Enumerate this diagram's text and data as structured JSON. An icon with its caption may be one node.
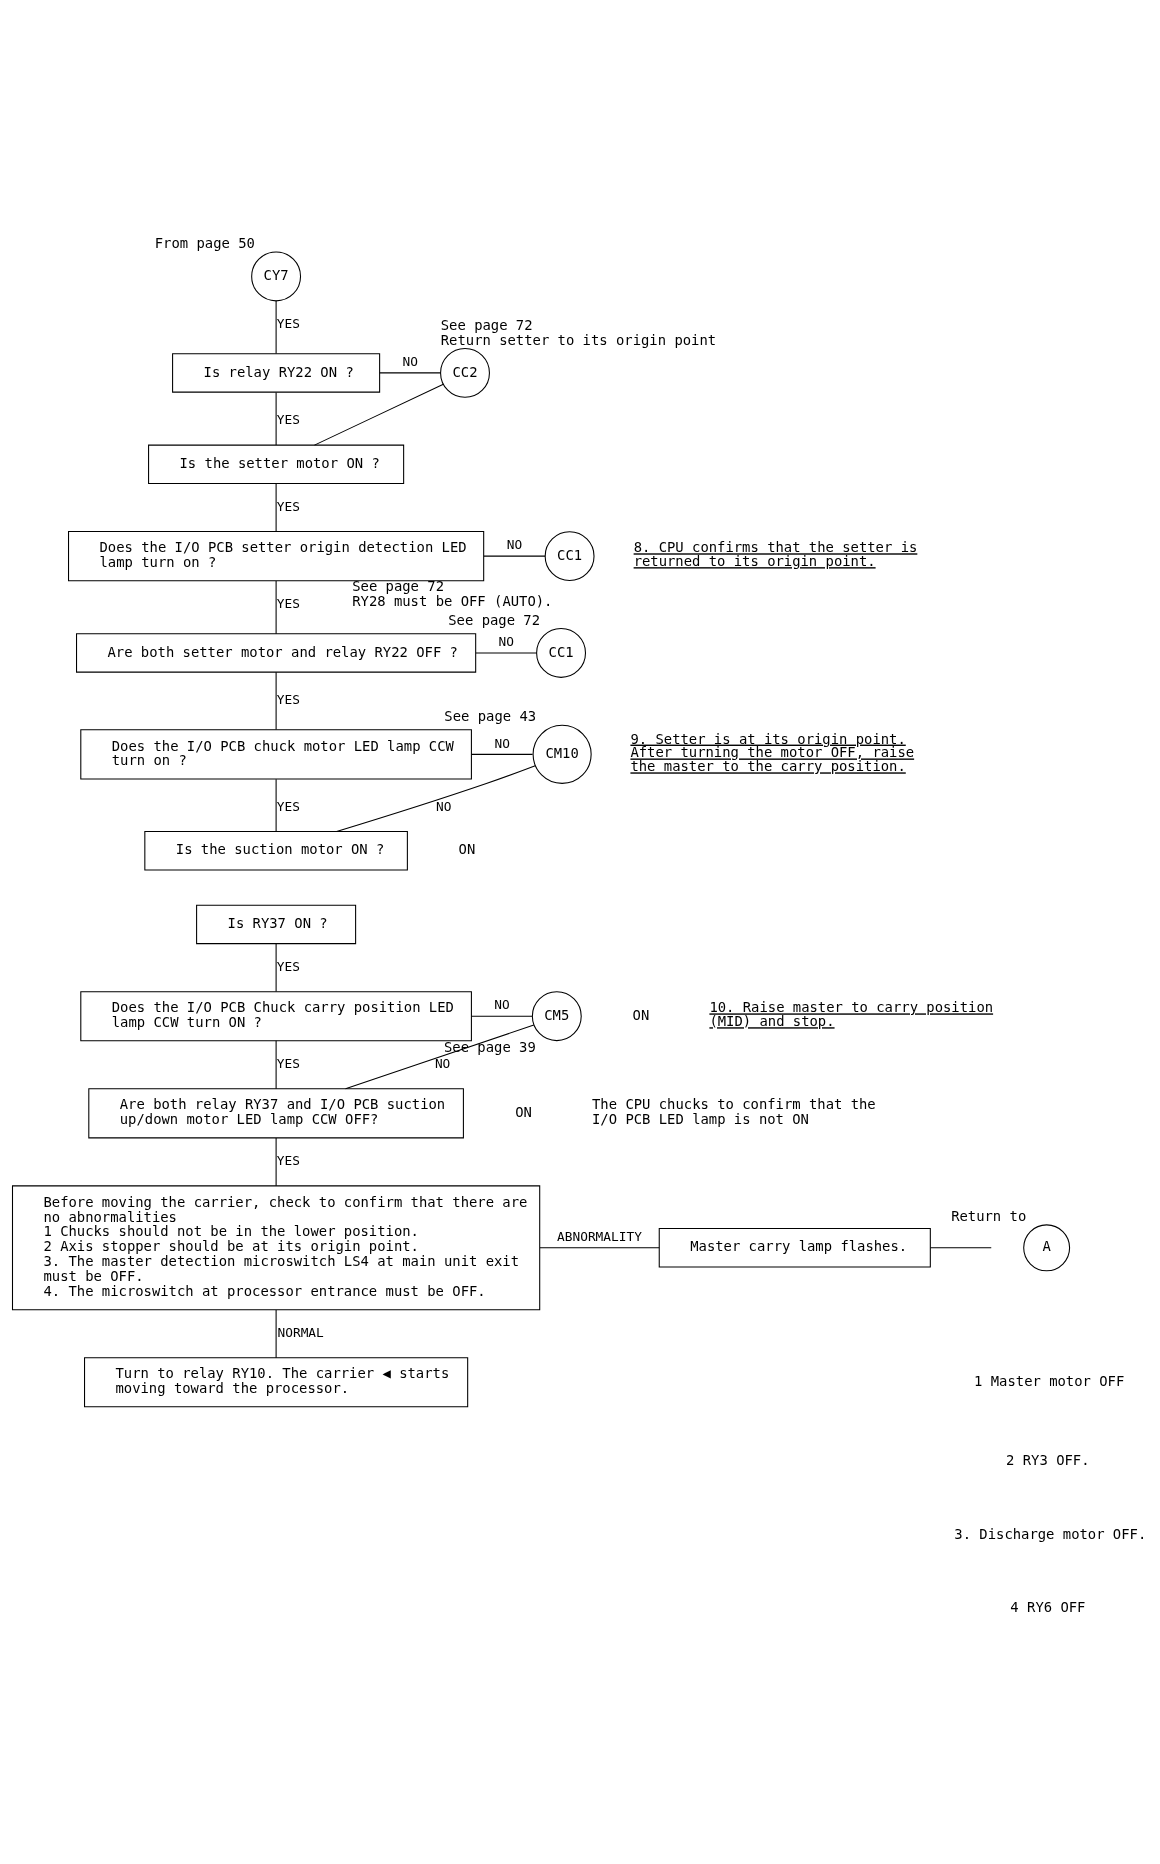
{
  "diagram": {
    "nodes": [
      {
        "text": [
          "CY7"
        ],
        "beside": [
          "From page 50"
        ]
      },
      {
        "text": [
          "Is relay RY22 ON ?"
        ]
      },
      {
        "text": [
          "CC2"
        ],
        "beside": [
          "See page 72",
          "Return setter to its origin point"
        ]
      },
      {
        "text": [
          "Is the setter motor ON ?"
        ]
      },
      {
        "text": [
          "Does the I/O PCB setter origin detection LED lamp turn on ?"
        ]
      },
      {
        "text": [
          "CC1"
        ],
        "beside": [
          "See page 72",
          "RY28 must be OFF (AUTO)."
        ]
      },
      {
        "text": [
          "Are both setter motor and relay RY22 OFF ?"
        ]
      },
      {
        "text": [
          "CC1"
        ],
        "beside": [
          "See page 72"
        ]
      },
      {
        "text": [
          "Does the I/O PCB chuck motor LED lamp CCW turn on ?"
        ]
      },
      {
        "text": [
          "CM10"
        ],
        "beside": [
          "See page 43"
        ]
      },
      {
        "text": [
          "Is the suction motor ON ?"
        ]
      },
      {
        "text": [
          "Is RY37 ON ?"
        ]
      },
      {
        "text": [
          "Does the I/O PCB Chuck carry position LED lamp CCW turn ON ?"
        ]
      },
      {
        "text": [
          "CM5"
        ],
        "beside": [
          "See page 39"
        ]
      },
      {
        "text": [
          "Are both relay RY37 and I/O PCB suction up/down motor LED lamp CCW OFF?"
        ]
      },
      {
        "text": [
          "Before moving the carrier, check to confirm that there are no abnormalities",
          "1 Chucks should not be in the lower position.",
          "2 Axis stopper should be at its origin point.",
          "3. The master detection microswitch LS4 at main unit exit must be OFF.",
          "4. The microswitch at processor entrance must be OFF."
        ]
      },
      {
        "text": [
          "Master carry lamp flashes."
        ]
      },
      {
        "text": [
          "Turn to relay RY10. The carrier ◀ starts moving toward the processor."
        ]
      },
      {
        "text": [
          "A"
        ],
        "beside": [
          "Return to"
        ]
      }
    ],
    "edges": [
      {
        "from": 0,
        "to": 1,
        "arrow": "none",
        "label": "YES"
      },
      {
        "from": 1,
        "to": 2,
        "arrow": "none",
        "label": "NO"
      },
      {
        "from": 1,
        "to": 3,
        "arrow": "none",
        "label": "YES"
      },
      {
        "from": 3,
        "to": 2,
        "arrow": "none"
      },
      {
        "from": 3,
        "to": 4,
        "arrow": "none",
        "label": "YES"
      },
      {
        "from": 4,
        "to": 5,
        "arrow": "none",
        "label": "NO"
      },
      {
        "from": 4,
        "to": 6,
        "arrow": "none",
        "label": "YES"
      },
      {
        "from": 6,
        "to": 7,
        "arrow": "none",
        "label": "NO"
      },
      {
        "from": 6,
        "to": 8,
        "arrow": "none",
        "label": "YES"
      },
      {
        "from": 8,
        "to": 9,
        "arrow": "none",
        "label": "NO"
      },
      {
        "from": 8,
        "to": 10,
        "arrow": "none",
        "label": "YES"
      },
      {
        "from": 10,
        "to": 9,
        "arrow": "none",
        "label": "NO"
      },
      {
        "from": 11,
        "to": 12,
        "arrow": "none",
        "label": "YES"
      },
      {
        "from": 12,
        "to": 13,
        "arrow": "none",
        "label": "NO"
      },
      {
        "from": 12,
        "to": 14,
        "arrow": "none",
        "label": "YES"
      },
      {
        "from": 14,
        "to": 13,
        "arrow": "none",
        "label": "NO"
      },
      {
        "from": 14,
        "to": 15,
        "arrow": "none",
        "label": "YES"
      },
      {
        "from": 15,
        "to": 16,
        "arrow": "none",
        "label": "ABNORMALITY"
      },
      {
        "from": 16,
        "to": null,
        "arrow": "none"
      },
      {
        "from": 15,
        "to": 17,
        "arrow": "none",
        "label": "NORMAL"
      }
    ],
    "labels": [
      "ON",
      "ON",
      "ON",
      "8. CPU confirms that the setter is returned to its origin point.",
      "9. Setter is at its origin point. After turning the motor OFF, raise the master to the carry position.",
      "10. Raise master to carry position (MID) and stop.",
      "The CPU chucks to confirm that the I/O PCB LED lamp is not ON",
      "1 Master motor OFF",
      "2 RY3 OFF.",
      "3. Discharge motor OFF.",
      "4 RY6 OFF"
    ]
  }
}
